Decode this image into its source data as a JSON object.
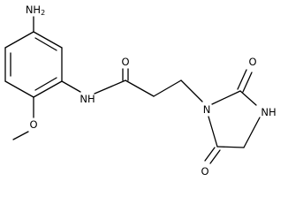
{
  "structure": {
    "atom_labels": {
      "amine": "NH",
      "amine_subscript": "2",
      "amide_nh": "NH",
      "amide_oxygen": "O",
      "methoxy_oxygen": "O",
      "ring_nitrogen": "N",
      "ring_nh": "NH",
      "ring_carbonyl_oxygen_top": "O",
      "ring_carbonyl_oxygen_bottom": "O"
    },
    "line_color": "#000000",
    "background": "#ffffff"
  }
}
